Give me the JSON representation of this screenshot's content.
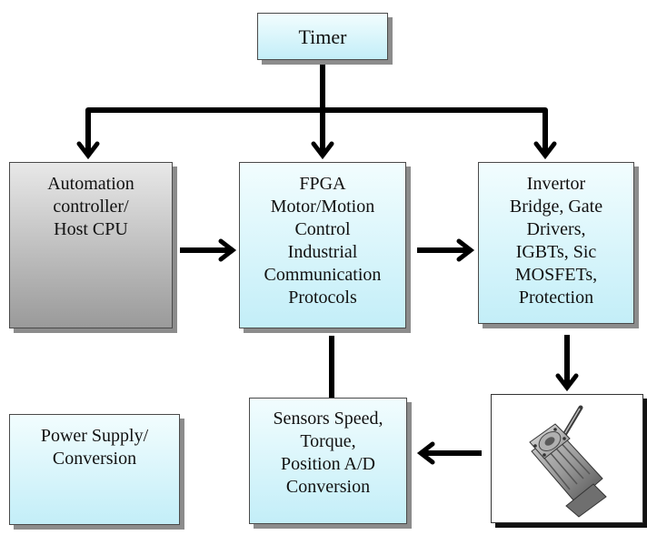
{
  "nodes": {
    "timer": {
      "label": "Timer"
    },
    "host": {
      "lines": [
        "Automation",
        "controller/",
        "Host CPU"
      ]
    },
    "fpga": {
      "lines": [
        "FPGA",
        "Motor/Motion",
        "Control",
        "Industrial",
        "Communication",
        "Protocols"
      ]
    },
    "inverter": {
      "lines": [
        "Invertor",
        "Bridge, Gate",
        "Drivers,",
        "IGBTs, Sic",
        "MOSFETs,",
        "Protection"
      ]
    },
    "power": {
      "lines": [
        "Power Supply/",
        "Conversion"
      ]
    },
    "sensors": {
      "lines": [
        "Sensors Speed,",
        "Torque,",
        "Position A/D",
        "Conversion"
      ]
    },
    "motor": {
      "icon": "motor-icon"
    }
  },
  "colors": {
    "box_fill_top": "#f2fdfe",
    "box_fill_bottom": "#c3eef8",
    "host_fill_top": "#e8e8e8",
    "host_fill_bottom": "#9a9a9a",
    "arrow": "#000000"
  }
}
